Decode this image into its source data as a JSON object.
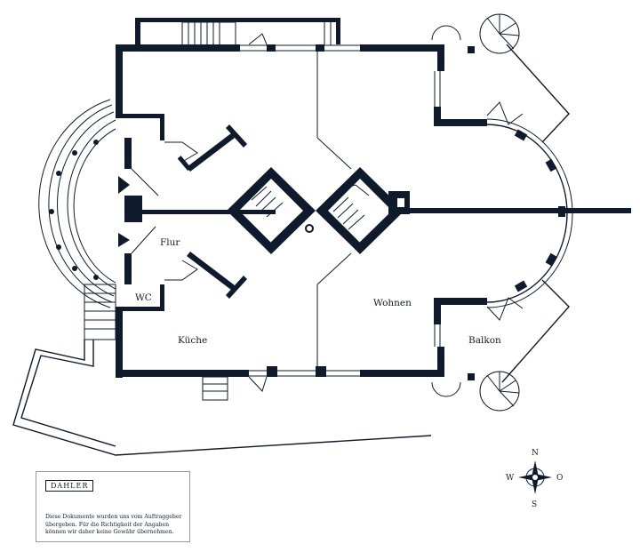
{
  "rooms": {
    "flur": "Flur",
    "wc": "WC",
    "kueche": "Küche",
    "wohnen": "Wohnen",
    "balkon": "Balkon"
  },
  "compass": {
    "n": "N",
    "s": "S",
    "w": "W",
    "o": "O"
  },
  "info": {
    "logo": "DAHLER",
    "disclaimer": "Diese Dokumente wurden uns vom Auftraggeber übergeben. Für die Richtigkeit der Angaben können wir daher keine Gewähr übernehmen."
  },
  "colors": {
    "wall": "#0f1b2d",
    "background": "#ffffff",
    "box_border": "#9a9a9a"
  }
}
